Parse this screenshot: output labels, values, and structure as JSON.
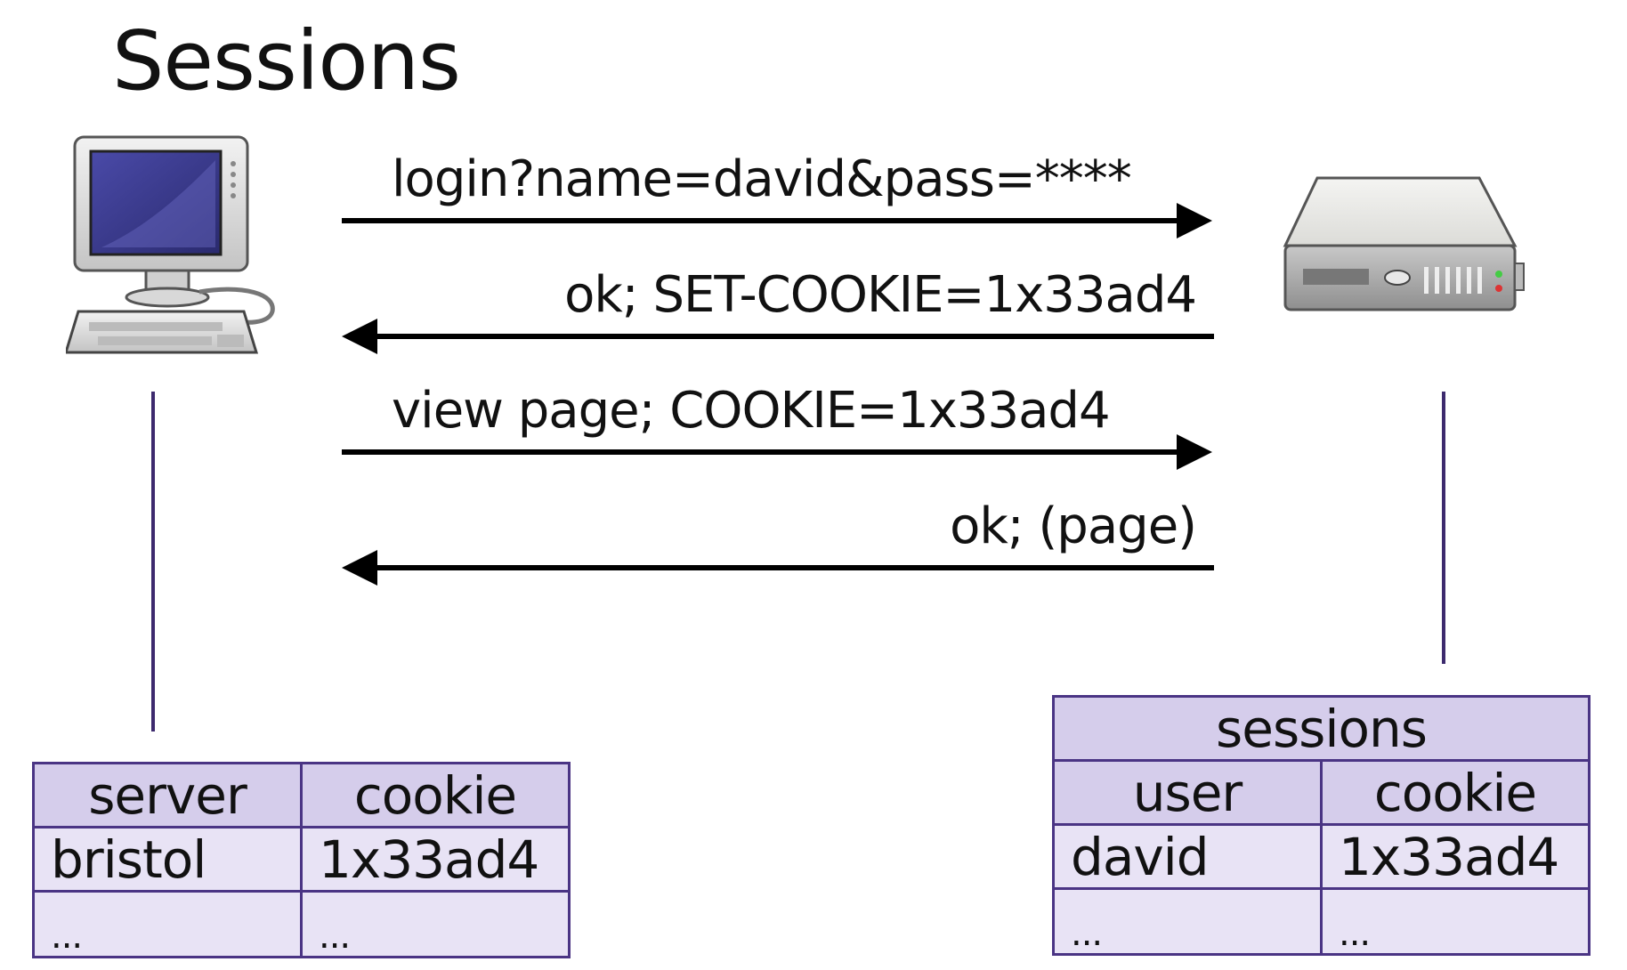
{
  "title": "Sessions",
  "messages": [
    {
      "text": "login?name=david&pass=****",
      "direction": "client-to-server"
    },
    {
      "text": "ok; SET-COOKIE=1x33ad4",
      "direction": "server-to-client"
    },
    {
      "text": "view page; COOKIE=1x33ad4",
      "direction": "client-to-server"
    },
    {
      "text": "ok; (page)",
      "direction": "server-to-client"
    }
  ],
  "client_table": {
    "headers": [
      "server",
      "cookie"
    ],
    "rows": [
      [
        "bristol",
        "1x33ad4"
      ],
      [
        "...",
        "..."
      ]
    ]
  },
  "server_table": {
    "caption": "sessions",
    "headers": [
      "user",
      "cookie"
    ],
    "rows": [
      [
        "david",
        "1x33ad4"
      ],
      [
        "...",
        "..."
      ]
    ]
  },
  "icons": {
    "client": "desktop-computer-icon",
    "server": "server-icon"
  },
  "colors": {
    "table_header": "#d5cdeb",
    "table_cell": "#e8e3f5",
    "table_border": "#4a3484",
    "lifeline": "#3d2a6e"
  }
}
